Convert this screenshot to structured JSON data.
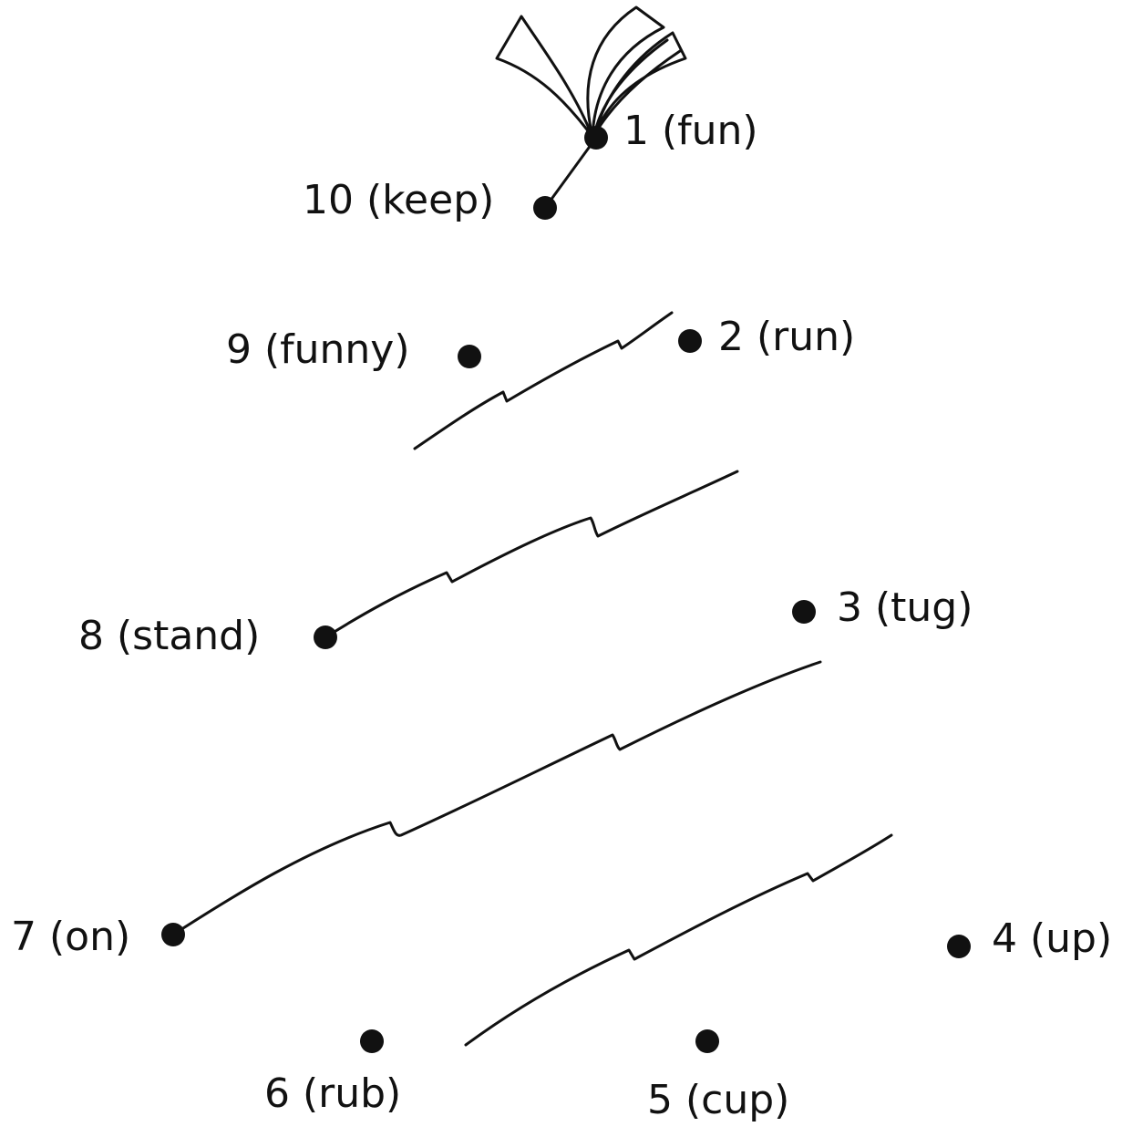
{
  "puzzle": {
    "type": "connect-the-dots",
    "line_color": "#111111",
    "dots": [
      {
        "number": "1",
        "word": "fun",
        "label": "1 (fun)"
      },
      {
        "number": "2",
        "word": "run",
        "label": "2 (run)"
      },
      {
        "number": "3",
        "word": "tug",
        "label": "3 (tug)"
      },
      {
        "number": "4",
        "word": "up",
        "label": "4 (up)"
      },
      {
        "number": "5",
        "word": "cup",
        "label": "5 (cup)"
      },
      {
        "number": "6",
        "word": "rub",
        "label": "6 (rub)"
      },
      {
        "number": "7",
        "word": "on",
        "label": "7 (on)"
      },
      {
        "number": "8",
        "word": "stand",
        "label": "8 (stand)"
      },
      {
        "number": "9",
        "word": "funny",
        "label": "9 (funny)"
      },
      {
        "number": "10",
        "word": "keep",
        "label": "10 (keep)"
      }
    ]
  }
}
